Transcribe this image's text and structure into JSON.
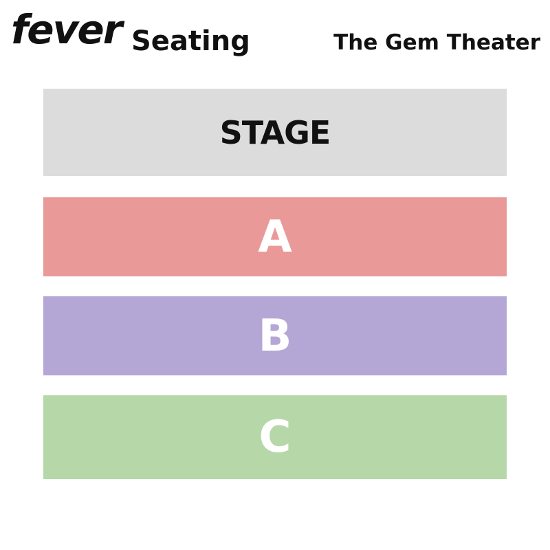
{
  "header": {
    "brand": "fever",
    "title": "Seating",
    "venue": "The Gem Theater"
  },
  "stage": {
    "label": "STAGE",
    "color": "#dcdcdc",
    "text_color": "#111111"
  },
  "sections": [
    {
      "label": "A",
      "color": "#ea9999",
      "text_color": "#ffffff"
    },
    {
      "label": "B",
      "color": "#b4a7d6",
      "text_color": "#ffffff"
    },
    {
      "label": "C",
      "color": "#b6d7a8",
      "text_color": "#ffffff"
    }
  ]
}
